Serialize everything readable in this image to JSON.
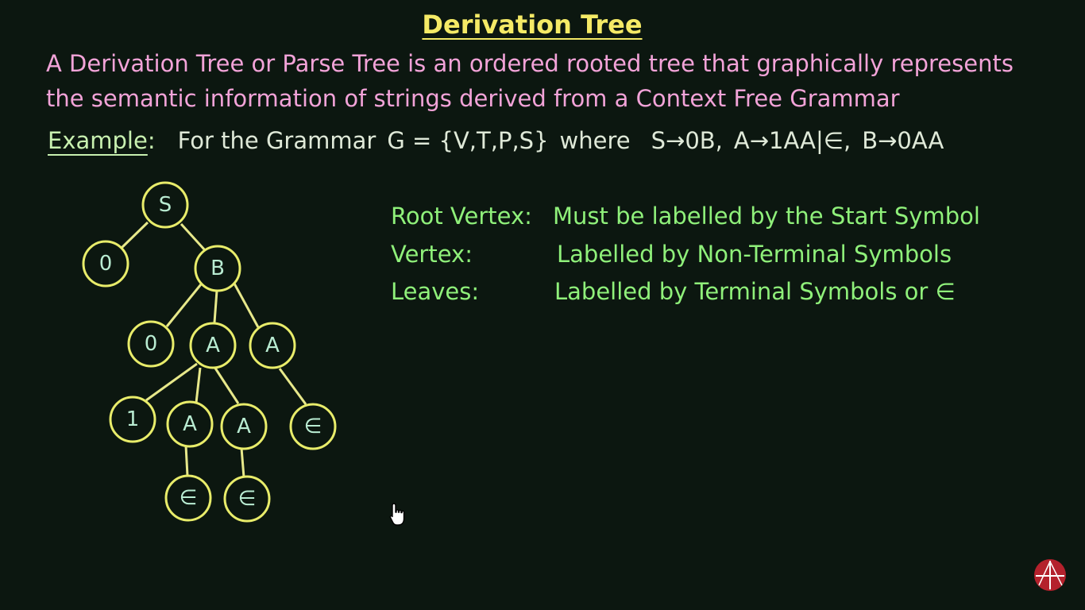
{
  "title": "Derivation Tree",
  "definition": {
    "line1": "A Derivation Tree or Parse Tree is an ordered rooted tree that graphically represents",
    "line2": "the semantic information of strings derived from a Context Free Grammar"
  },
  "example": {
    "label": "Example",
    "colon": ":",
    "intro": "For the Grammar",
    "grammar": "G = {V,T,P,S}",
    "where": "where",
    "rule1": "S→0B,",
    "rule2": "A→1AA|∈,",
    "rule3": "B→0AA"
  },
  "properties": [
    {
      "term": "Root Vertex:",
      "desc": "Must be labelled by the Start Symbol"
    },
    {
      "term": "Vertex:",
      "desc": "Labelled by Non-Terminal Symbols"
    },
    {
      "term": "Leaves:",
      "desc": "Labelled by Terminal Symbols or ∈"
    }
  ],
  "tree": {
    "nodes": [
      "S",
      "0",
      "B",
      "0",
      "A",
      "A",
      "1",
      "A",
      "A",
      "∈",
      "∈",
      "∈"
    ]
  },
  "colors": {
    "background": "#0c1710",
    "title": "#f5ea66",
    "definition": "#f2a3d8",
    "properties": "#8ff07a",
    "node_stroke": "#e8ec6a",
    "node_label": "#b9ecd2"
  },
  "icons": {
    "cursor": "hand-pointer-icon",
    "logo": "brand-logo-icon"
  }
}
